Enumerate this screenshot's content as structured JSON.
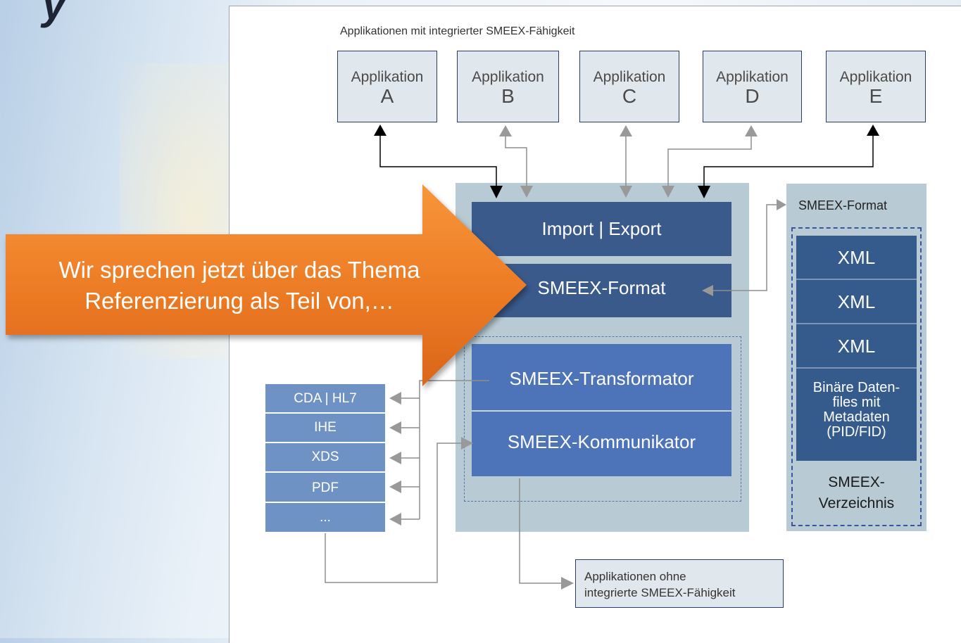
{
  "slide": {
    "title_fragment": "y"
  },
  "diagram": {
    "top_caption": "Applikationen mit integrierter SMEEX-Fähigkeit",
    "apps": [
      {
        "label": "Applikation",
        "letter": "A"
      },
      {
        "label": "Applikation",
        "letter": "B"
      },
      {
        "label": "Applikation",
        "letter": "C"
      },
      {
        "label": "Applikation",
        "letter": "D"
      },
      {
        "label": "Applikation",
        "letter": "E"
      }
    ],
    "core": {
      "import_export": "Import | Export",
      "smeex_format": "SMEEX-Format",
      "transformator": "SMEEX-Transformator",
      "kommunikator": "SMEEX-Kommunikator"
    },
    "formats": [
      "CDA | HL7",
      "IHE",
      "XDS",
      "PDF",
      "..."
    ],
    "store": {
      "title": "SMEEX-Format",
      "xml_items": [
        "XML",
        "XML",
        "XML"
      ],
      "binary_lines": [
        "Binäre Daten-",
        "files mit",
        "Metadaten",
        "(PID/FID)"
      ],
      "directory_lines": [
        "SMEEX-",
        "Verzeichnis"
      ]
    },
    "no_smeex_lines": [
      "Applikationen ohne",
      "integrierte SMEEX-Fähigkeit"
    ]
  },
  "callout": {
    "lines": [
      "Wir sprechen jetzt über das Thema",
      "Referenzierung als Teil von,…"
    ],
    "color": "#e8741e"
  }
}
